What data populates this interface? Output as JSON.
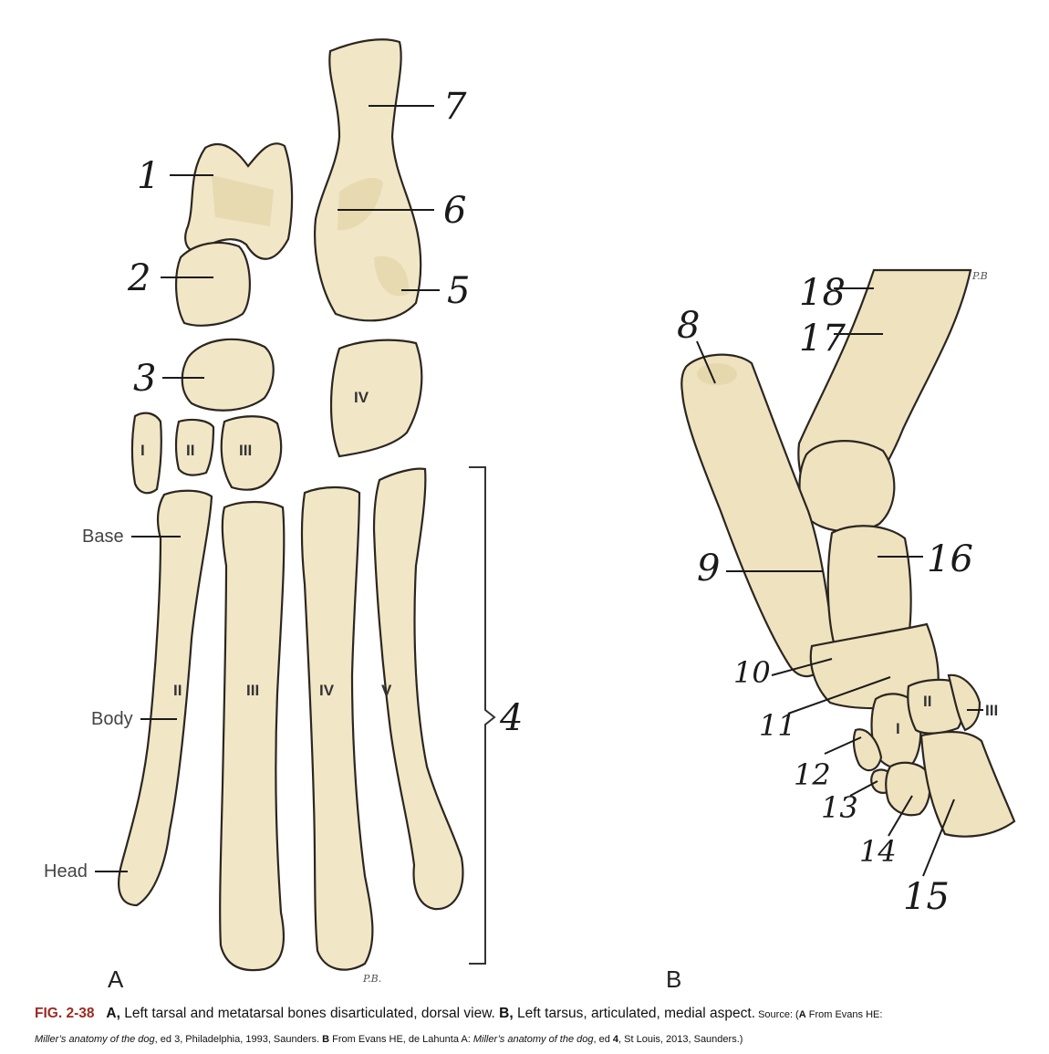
{
  "panels": {
    "a": "A",
    "b": "B"
  },
  "labels_a": {
    "n1": "1",
    "n2": "2",
    "n3": "3",
    "n4": "4",
    "n5": "5",
    "n6": "6",
    "n7": "7"
  },
  "labels_b": {
    "n8": "8",
    "n9": "9",
    "n10": "10",
    "n11": "11",
    "n12": "12",
    "n13": "13",
    "n14": "14",
    "n15": "15",
    "n16": "16",
    "n17": "17",
    "n18": "18"
  },
  "roman": {
    "tarsal_iv": "IV",
    "tarsal_i": "I",
    "tarsal_ii": "II",
    "tarsal_iii": "III",
    "mt_ii": "II",
    "mt_iii": "III",
    "mt_iv": "IV",
    "mt_v": "V",
    "b_i": "I",
    "b_ii": "II",
    "b_iii": "III"
  },
  "parts": {
    "base": "Base",
    "body": "Body",
    "head": "Head"
  },
  "signatures": {
    "a": "P.B.",
    "b": "P.B"
  },
  "caption": {
    "fig": "FIG. 2-38",
    "a_letter": "A,",
    "a_text": " Left tarsal and metatarsal bones disarticulated, dorsal view. ",
    "b_letter": "B,",
    "b_text": " Left tarsus, articulated, medial aspect.",
    "source_label": " Source: (",
    "src_a_letter": "A",
    "src_a_text": " From Evans HE: ",
    "src_a_book": "Miller’s anatomy of the dog",
    "src_a_tail": ", ed 3, Philadelphia, 1993, Saunders. ",
    "src_b_letter": "B",
    "src_b_text": " From Evans HE, de Lahunta A: ",
    "src_b_book": "Miller’s anatomy of the dog",
    "src_b_tail_1": ", ed ",
    "src_b_ed": "4",
    "src_b_tail_2": ", St Louis, 2013, Saunders.)"
  }
}
